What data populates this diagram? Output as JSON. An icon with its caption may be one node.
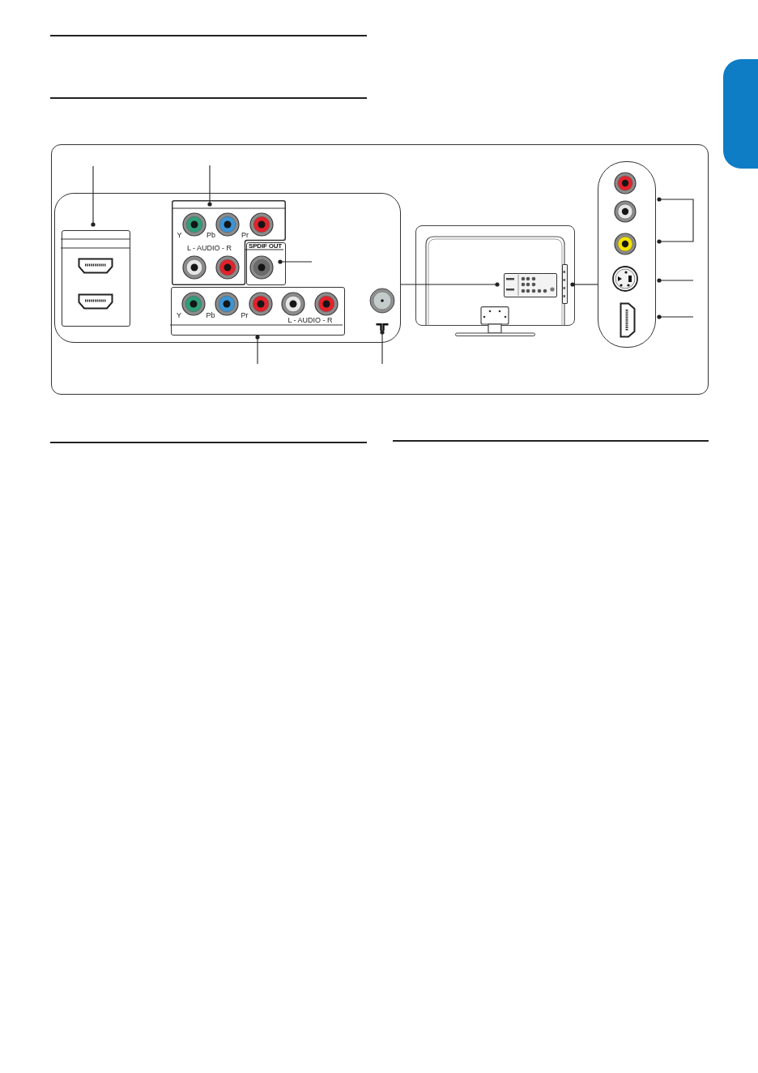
{
  "diagram": {
    "nodes": [
      {
        "text": [],
        "shape": "box"
      },
      {
        "text": [],
        "shape": "box"
      },
      {
        "text": [],
        "shape": "box",
        "in": 1
      },
      {
        "text": [
          "Y",
          "Pb",
          "Pr",
          "L - AUDIO - R"
        ],
        "in": 1
      },
      {
        "text": [
          "SPDIF OUT"
        ],
        "in": 1
      },
      {
        "text": [
          "Y",
          "Pb",
          "Pr",
          "L - AUDIO - R"
        ],
        "in": 1
      },
      {
        "text": [],
        "shape": "circle",
        "in": 1
      },
      {
        "text": [],
        "shape": "picture"
      },
      {
        "text": [],
        "shape": "box",
        "in": 7
      },
      {
        "text": [],
        "shape": "box",
        "in": 7
      },
      {
        "text": [],
        "shape": "box"
      },
      {
        "text": [],
        "shape": "circle",
        "in": 10
      },
      {
        "text": [],
        "shape": "picture",
        "in": 10
      }
    ],
    "edges": [
      {
        "from": null,
        "to": 2,
        "arrow": "other"
      },
      {
        "from": null,
        "to": 3,
        "arrow": "other"
      },
      {
        "from": null,
        "to": 4,
        "arrow": "other"
      },
      {
        "from": null,
        "to": 5,
        "arrow": "other"
      },
      {
        "from": null,
        "to": 6,
        "arrow": "other"
      },
      {
        "from": 1,
        "to": 8,
        "arrow": "other"
      },
      {
        "from": 10,
        "to": 9,
        "arrow": "other"
      },
      {
        "from": null,
        "to": 11,
        "arrow": "other"
      },
      {
        "from": null,
        "to": 12,
        "arrow": "other"
      }
    ]
  }
}
